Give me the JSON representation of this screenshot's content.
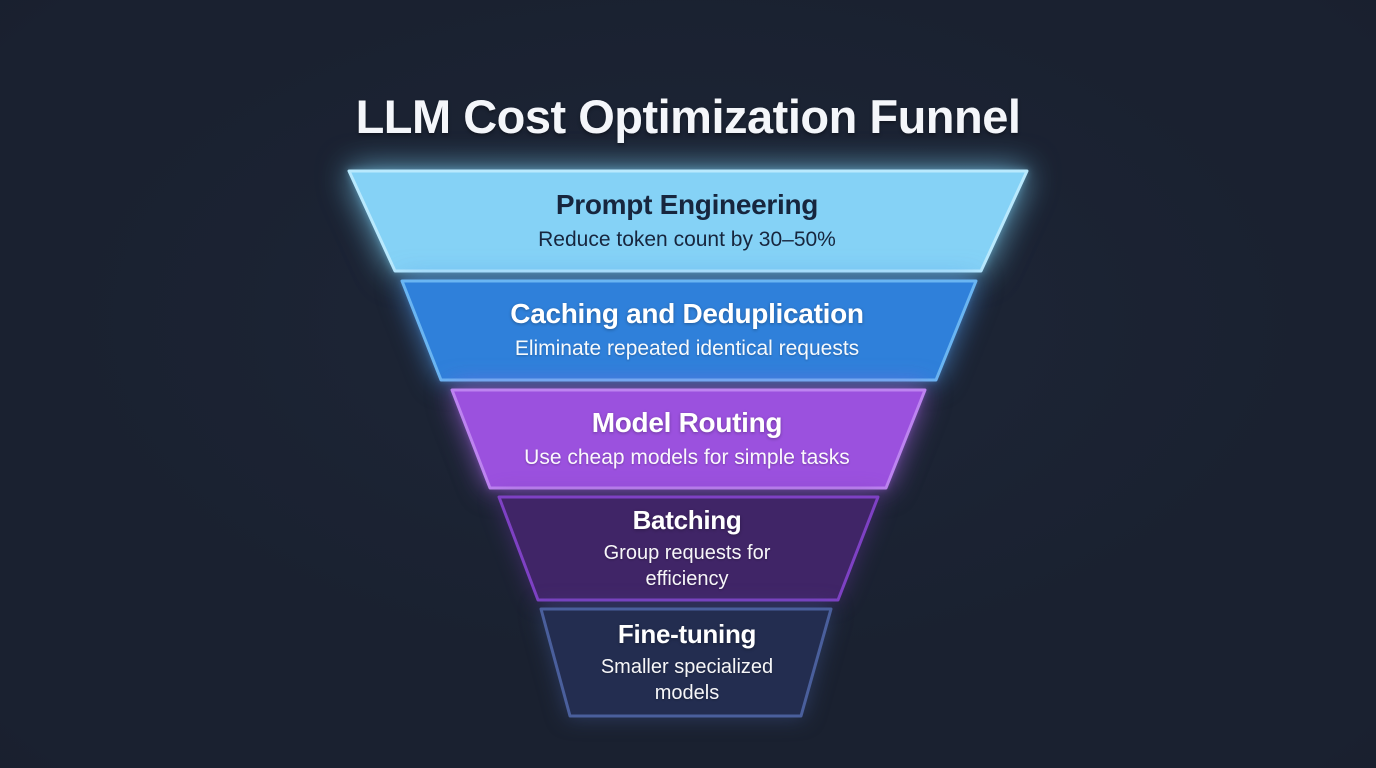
{
  "page": {
    "title": "LLM Cost Optimization Funnel"
  },
  "theme": {
    "background": "#1a2130",
    "title_color": "#f4f6fa"
  },
  "funnel": {
    "segments": [
      {
        "name": "Prompt Engineering",
        "description": "Reduce token count by 30–50%",
        "fill": "#85d2f6",
        "stroke": "#b9e9fd",
        "glow": "#82daff",
        "text_color": "#17263e"
      },
      {
        "name": "Caching and Deduplication",
        "description": "Eliminate repeated identical requests",
        "fill": "#2f80da",
        "stroke": "#6ab5f2",
        "glow": "#509cee",
        "text_color": "#ffffff"
      },
      {
        "name": "Model Routing",
        "description": "Use cheap models for simple tasks",
        "fill": "#9b51de",
        "stroke": "#bd84f0",
        "glow": "#a864e9",
        "text_color": "#ffffff"
      },
      {
        "name": "Batching",
        "description": "Group requests for efficiency",
        "fill": "#402567",
        "stroke": "#7e41c4",
        "glow": "#6e38ae",
        "text_color": "#ffffff"
      },
      {
        "name": "Fine-tuning",
        "description": "Smaller specialized models",
        "fill": "#232d50",
        "stroke": "#4a5f9c",
        "glow": "#3f5694",
        "text_color": "#ffffff"
      }
    ]
  }
}
